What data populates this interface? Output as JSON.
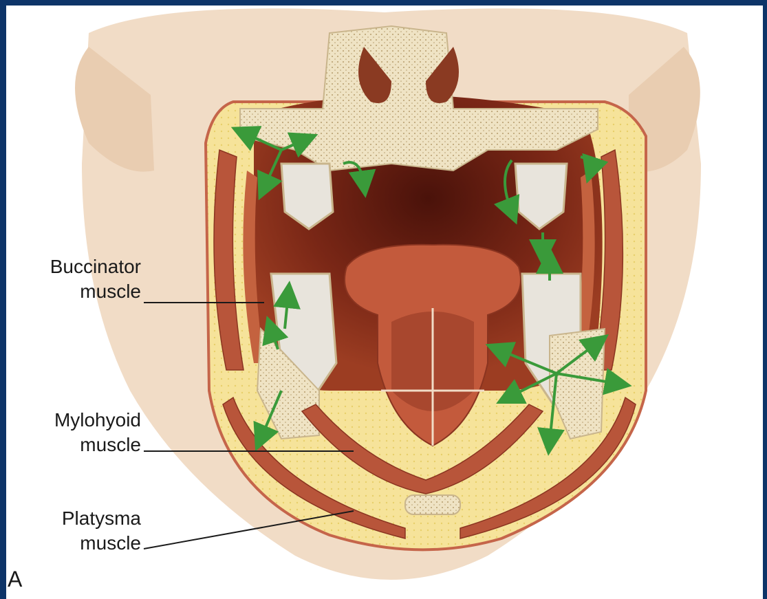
{
  "labels": {
    "buccinator": {
      "line1": "Buccinator",
      "line2": "muscle"
    },
    "mylohyoid": {
      "line1": "Mylohyoid",
      "line2": "muscle"
    },
    "platysma": {
      "line1": "Platysma",
      "line2": "muscle"
    }
  },
  "panel_letter": "A",
  "colors": {
    "frame": "#0d3468",
    "skin": "#f1dcc6",
    "fat": "#f6e39a",
    "muscle": "#b8553a",
    "cavity": "#7a2716",
    "bone": "#efe3c4",
    "arrow": "#3a9a3a"
  }
}
